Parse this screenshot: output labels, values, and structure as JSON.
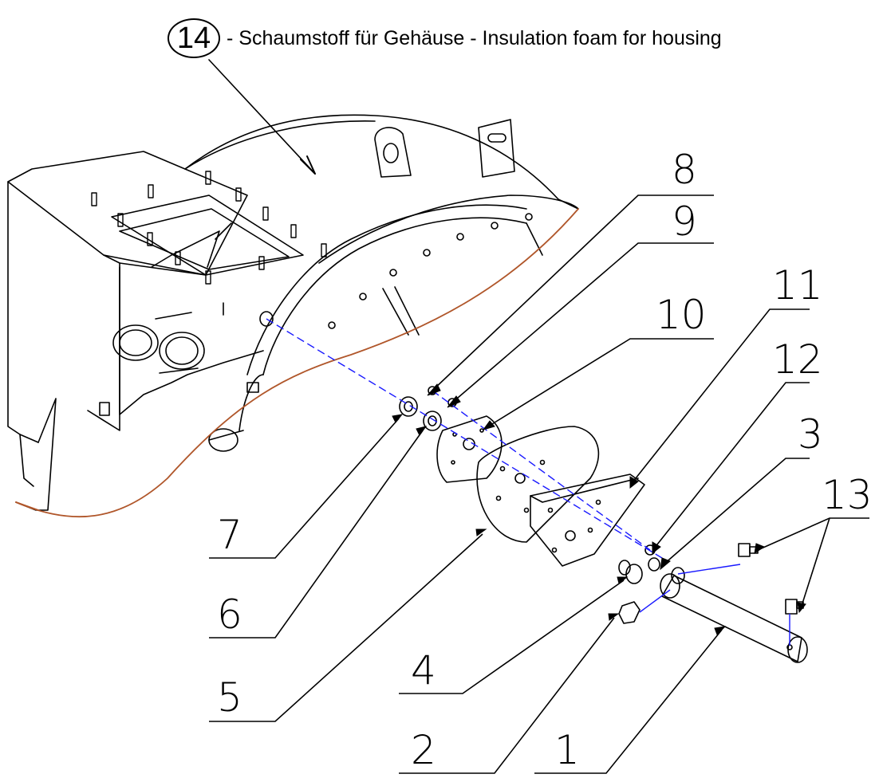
{
  "header": {
    "item_number": "14",
    "caption": "- Schaumstoff für Gehäuse  -  Insulation foam for housing"
  },
  "callouts": [
    {
      "id": "callout-8",
      "label": "8"
    },
    {
      "id": "callout-9",
      "label": "9"
    },
    {
      "id": "callout-10",
      "label": "10"
    },
    {
      "id": "callout-11",
      "label": "11"
    },
    {
      "id": "callout-12",
      "label": "12"
    },
    {
      "id": "callout-3",
      "label": "3"
    },
    {
      "id": "callout-13",
      "label": "13"
    },
    {
      "id": "callout-7",
      "label": "7"
    },
    {
      "id": "callout-6",
      "label": "6"
    },
    {
      "id": "callout-5",
      "label": "5"
    },
    {
      "id": "callout-4",
      "label": "4"
    },
    {
      "id": "callout-2",
      "label": "2"
    },
    {
      "id": "callout-1",
      "label": "1"
    }
  ],
  "colors": {
    "line": "#000000",
    "axis": "#1a1aff",
    "foam_edge": "#b0562a"
  }
}
